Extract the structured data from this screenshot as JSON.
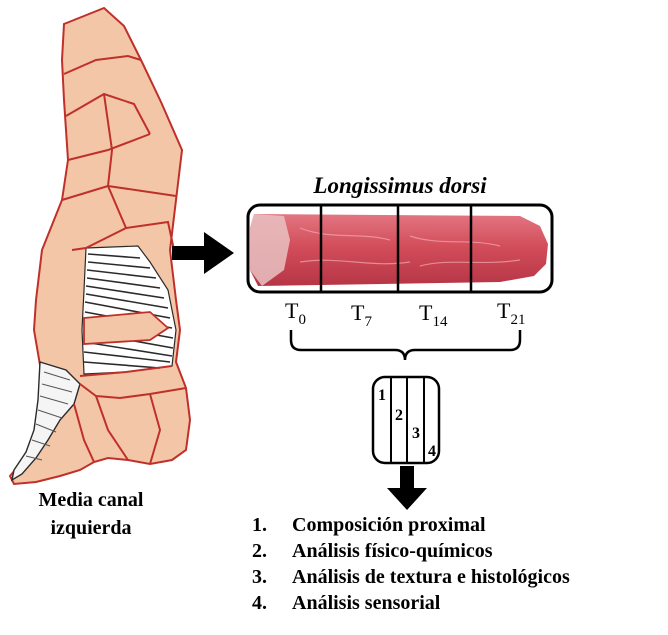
{
  "muscle": {
    "title": "Longissimus dorsi",
    "times": [
      {
        "base": "T",
        "sub": "0"
      },
      {
        "base": "T",
        "sub": "7"
      },
      {
        "base": "T",
        "sub": "14"
      },
      {
        "base": "T",
        "sub": "21"
      }
    ]
  },
  "sample": {
    "sections": [
      "1",
      "2",
      "3",
      "4"
    ]
  },
  "carcass": {
    "line1": "Media canal",
    "line2": "izquierda"
  },
  "analyses": [
    {
      "num": "1.",
      "label": "Composición proximal"
    },
    {
      "num": "2.",
      "label": "Análisis físico-químicos"
    },
    {
      "num": "3.",
      "label": "Análisis de textura e histológicos"
    },
    {
      "num": "4.",
      "label": "Análisis sensorial"
    }
  ],
  "colors": {
    "carcass_fill": "#f3c6a8",
    "carcass_outline": "#c0302a",
    "meat": "#d8505c",
    "arrow": "#000000"
  }
}
